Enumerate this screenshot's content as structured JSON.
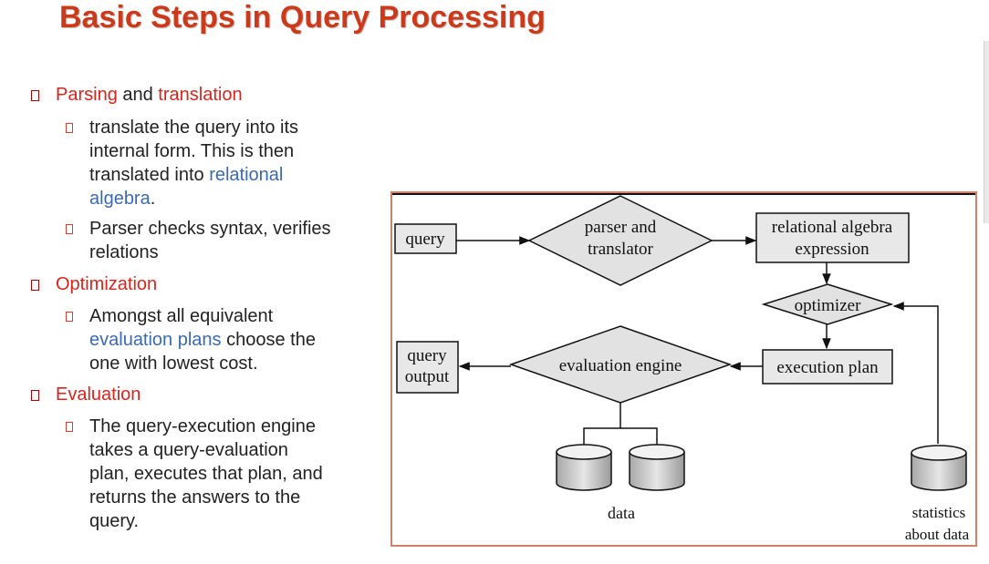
{
  "title": "Basic Steps in Query Processing",
  "outline": [
    {
      "heading": {
        "part1": "Parsing",
        "part2": " and ",
        "part3": "translation"
      },
      "subitems": [
        {
          "lines": [
            "translate the query into its",
            "internal form.  This is then",
            "translated into "
          ],
          "blue": "relational",
          "blue2": "algebra",
          "tail": "."
        },
        {
          "lines": [
            "Parser checks syntax, verifies",
            "relations"
          ]
        }
      ]
    },
    {
      "heading": {
        "part1": "Optimization"
      },
      "subitems": [
        {
          "line1": "Amongst all equivalent",
          "blue": "evaluation plans",
          "after_blue": " choose the",
          "line3": "one with lowest cost."
        }
      ]
    },
    {
      "heading": {
        "part1": "Evaluation"
      },
      "subitems": [
        {
          "lines": [
            "The query-execution engine",
            "takes a query-evaluation",
            "plan, executes that plan, and",
            "returns the answers to the",
            "query."
          ]
        }
      ]
    }
  ],
  "diagram": {
    "query": "query",
    "parser_line1": "parser and",
    "parser_line2": "translator",
    "rae_line1": "relational algebra",
    "rae_line2": "expression",
    "optimizer": "optimizer",
    "execution_plan": "execution plan",
    "evaluation_engine": "evaluation engine",
    "output_line1": "query",
    "output_line2": "output",
    "data": "data",
    "stats_line1": "statistics",
    "stats_line2": "about data"
  }
}
